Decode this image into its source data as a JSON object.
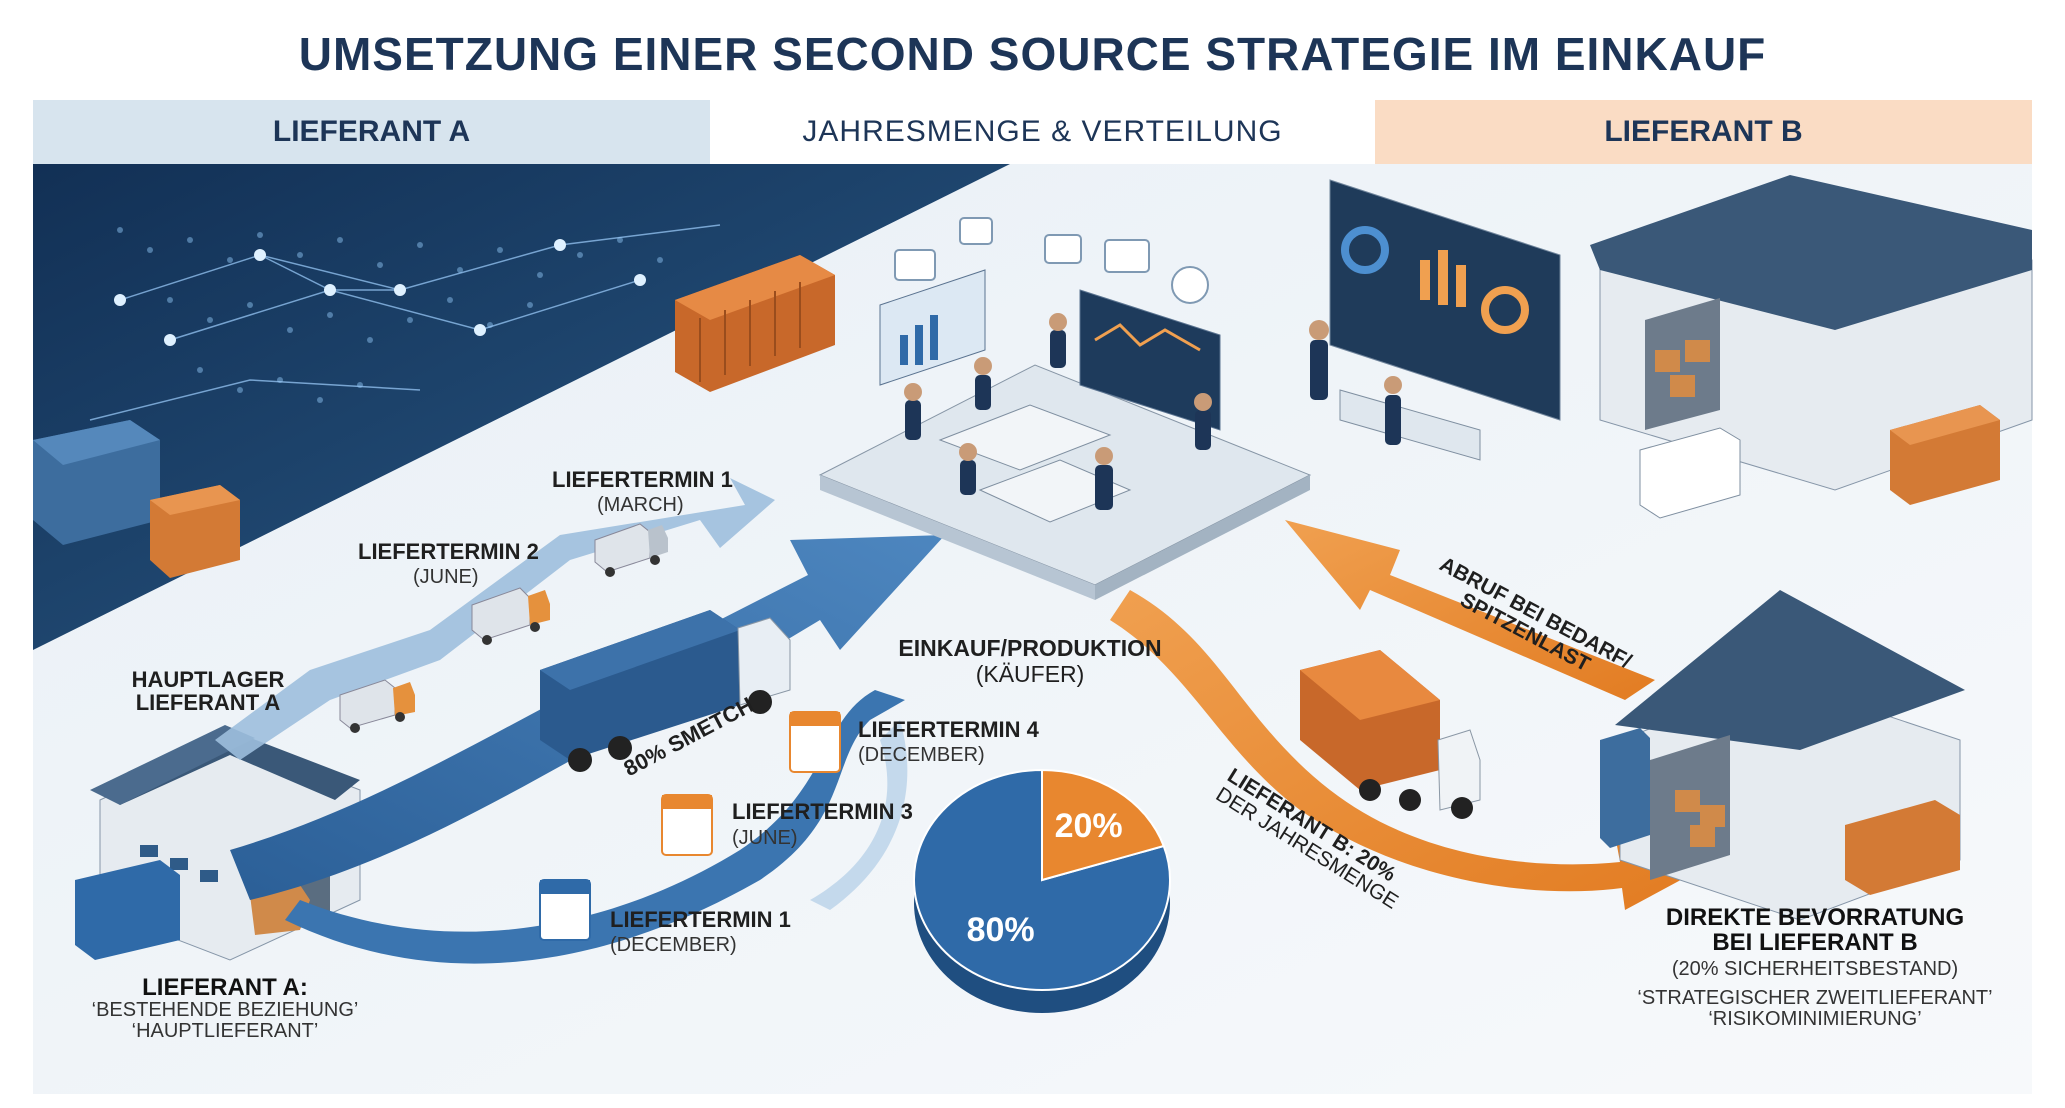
{
  "title": "UMSETZUNG EINER SECOND SOURCE STRATEGIE IM EINKAUF",
  "header": {
    "left": "LIEFERANT A",
    "center": "JAHRESMENGE & VERTEILUNG",
    "right": "LIEFERANT B"
  },
  "supplier_a": {
    "warehouse_label_1": "HAUPTLAGER",
    "warehouse_label_2": "LIEFERANT A",
    "route_label": "80% SMETCH",
    "caption_title": "LIEFERANT A:",
    "caption_line_1": "‘BESTEHENDE BEZIEHUNG’",
    "caption_line_2": "‘HAUPTLIEFERANT’",
    "upper_deliveries": [
      {
        "label": "LIEFERTERMIN 1",
        "month": "(MARCH)"
      },
      {
        "label": "LIEFERTERMIN 2",
        "month": "(JUNE)"
      }
    ],
    "lower_deliveries": [
      {
        "label": "LIEFERTERMIN 4",
        "month": "(DECEMBER)"
      },
      {
        "label": "LIEFERTERMIN 3",
        "month": "(JUNE)"
      },
      {
        "label": "LIEFERTERMIN 1",
        "month": "(DECEMBER)"
      }
    ]
  },
  "center": {
    "label_1": "EINKAUF/PRODUKTION",
    "label_2": "(KÄUFER)"
  },
  "pie": {
    "slices": [
      {
        "label": "80%",
        "value": 80,
        "color": "#2f6aa8"
      },
      {
        "label": "20%",
        "value": 20,
        "color": "#e8872f"
      }
    ]
  },
  "supplier_b": {
    "call_off_line_1": "ABRUF BEI BEDARF/",
    "call_off_line_2": "SPITZENLAST",
    "share_line_1": "LIEFERANT B: 20%",
    "share_line_2": "DER JAHRESMENGE",
    "caption_title_1": "DIREKTE BEVORRATUNG",
    "caption_title_2": "BEI LIEFERANT B",
    "caption_sub": "(20% SICHERHEITSBESTAND)",
    "caption_line_1": "‘STRATEGISCHER ZWEITLIEFERANT’",
    "caption_line_2": "‘RISIKOMINIMIERUNG’"
  },
  "colors": {
    "navy": "#1d3557",
    "blue": "#2f6aa8",
    "orange": "#e8872f",
    "map_bg": "#16365c"
  }
}
